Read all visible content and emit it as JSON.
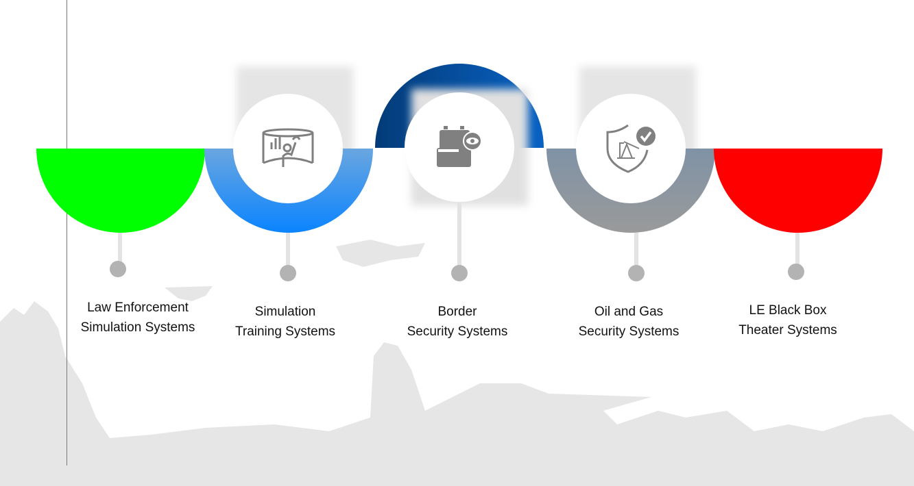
{
  "steps": [
    {
      "label_1": "Law Enforcement",
      "label_2": "Simulation Systems",
      "color": "#00ff00",
      "icon": "none"
    },
    {
      "label_1": "Simulation",
      "label_2": "Training Systems",
      "color": "#1e88f0",
      "icon": "interactive-screen-icon"
    },
    {
      "label_1": "Border",
      "label_2": "Security Systems",
      "color": "#0a4f9e",
      "icon": "briefcase-eye-icon"
    },
    {
      "label_1": "Oil and Gas",
      "label_2": "Security Systems",
      "color": "#8a96a3",
      "icon": "shield-oil-pump-check-icon"
    },
    {
      "label_1": "LE Black Box",
      "label_2": "Theater Systems",
      "color": "#ff0000",
      "icon": "none"
    }
  ]
}
